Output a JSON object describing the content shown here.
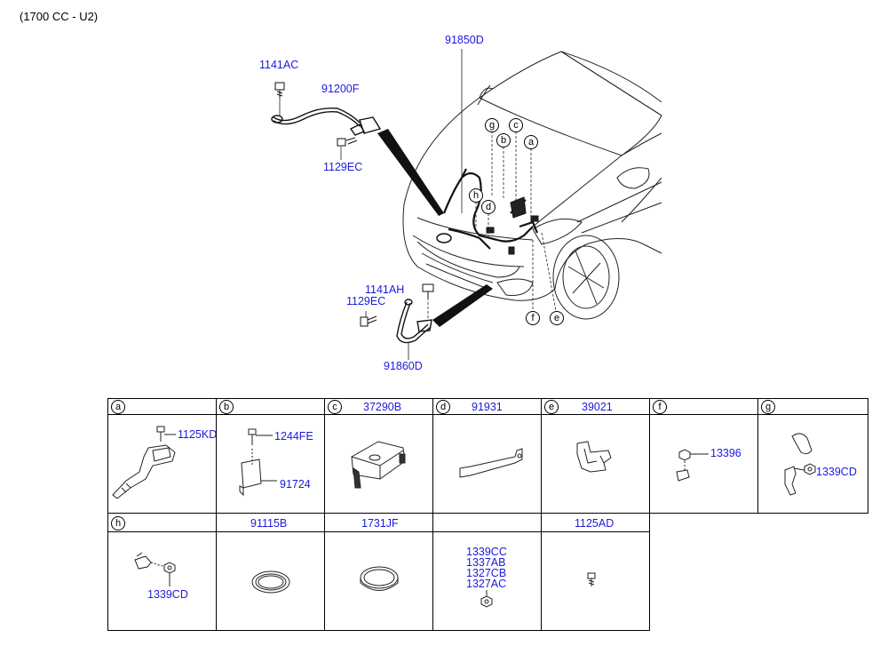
{
  "caption": "(1700 CC - U2)",
  "main_diagram": {
    "labels": {
      "p91850D": "91850D",
      "p1141AC": "1141AC",
      "p91200F": "91200F",
      "p1129EC_top": "1129EC",
      "p1141AH": "1141AH",
      "p1129EC_bottom": "1129EC",
      "p91860D": "91860D"
    },
    "callouts": {
      "g": "g",
      "c": "c",
      "b": "b",
      "a": "a",
      "h": "h",
      "d": "d",
      "f": "f",
      "e": "e"
    }
  },
  "table": {
    "row1": [
      {
        "letter": "a",
        "code": "",
        "parts": [
          "1125KD"
        ]
      },
      {
        "letter": "b",
        "code": "",
        "parts": [
          "1244FE",
          "91724"
        ]
      },
      {
        "letter": "c",
        "code": "37290B",
        "parts": []
      },
      {
        "letter": "d",
        "code": "91931",
        "parts": []
      },
      {
        "letter": "e",
        "code": "39021",
        "parts": []
      },
      {
        "letter": "f",
        "code": "",
        "parts": [
          "13396"
        ]
      },
      {
        "letter": "g",
        "code": "",
        "parts": [
          "1339CD"
        ]
      }
    ],
    "row2": [
      {
        "letter": "h",
        "code": "",
        "parts": [
          "1339CD"
        ]
      },
      {
        "letter": "",
        "code": "91115B",
        "parts": []
      },
      {
        "letter": "",
        "code": "1731JF",
        "parts": []
      },
      {
        "letter": "",
        "code": "",
        "parts": [
          "1339CC",
          "1337AB",
          "1327CB",
          "1327AC"
        ]
      },
      {
        "letter": "",
        "code": "1125AD",
        "parts": []
      }
    ]
  }
}
